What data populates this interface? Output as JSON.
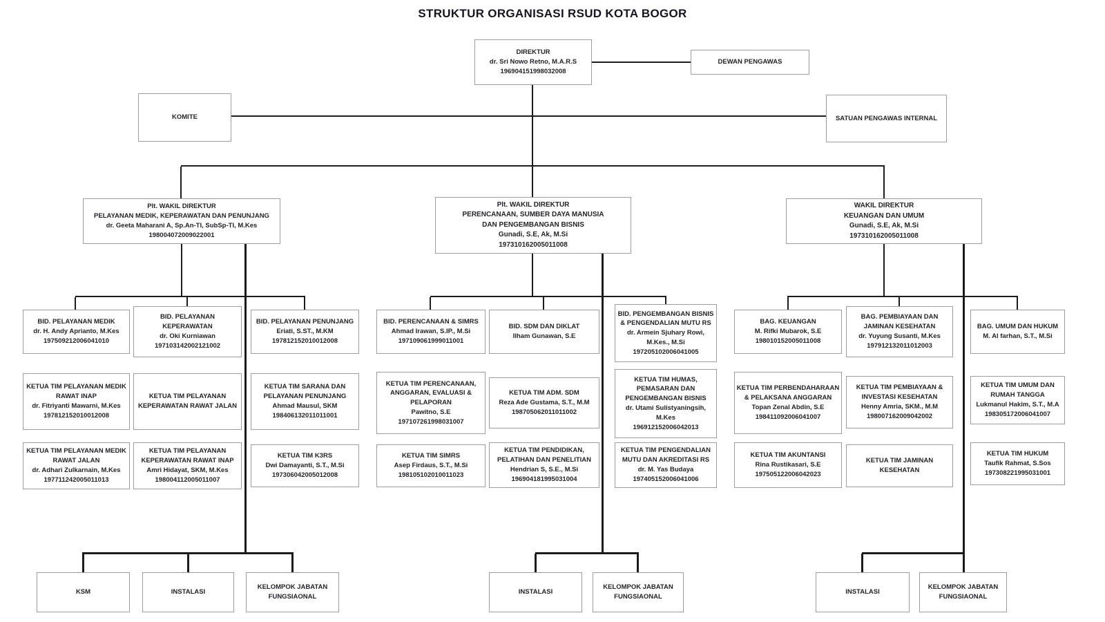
{
  "title": "STRUKTUR ORGANISASI RSUD KOTA BOGOR",
  "colors": {
    "line": "#1b1b1b",
    "box_border": "#9d9d9d",
    "text": "#232329",
    "background": "#ffffff"
  },
  "nodes": {
    "direktur": {
      "lines": [
        "DIREKTUR",
        "dr. Sri Nowo Retno, M.A.R.S",
        "196904151998032008"
      ]
    },
    "dewan-pengawas": {
      "lines": [
        "DEWAN PENGAWAS"
      ]
    },
    "komite": {
      "lines": [
        "KOMITE"
      ]
    },
    "satuan-pengawas-internal": {
      "lines": [
        "SATUAN PENGAWAS INTERNAL"
      ]
    },
    "wadir-yanmed": {
      "lines": [
        "Plt. WAKIL DIREKTUR",
        "PELAYANAN MEDIK, KEPERAWATAN DAN PENUNJANG",
        "dr. Geeta Maharani A, Sp.An-TI, SubSp-TI, M.Kes",
        "198004072009022001"
      ]
    },
    "wadir-perencanaan": {
      "lines": [
        "Plt. WAKIL DIREKTUR",
        "PERENCANAAN, SUMBER DAYA MANUSIA",
        "DAN PENGEMBANGAN BISNIS",
        "Gunadi, S.E, Ak, M.Si",
        "197310162005011008"
      ]
    },
    "wadir-keuangan": {
      "lines": [
        "WAKIL DIREKTUR",
        "KEUANGAN DAN UMUM",
        "Gunadi, S.E, Ak, M.Si",
        "197310162005011008"
      ]
    },
    "bid-yanmedik": {
      "lines": [
        "BID. PELAYANAN MEDIK",
        "dr. H. Andy Aprianto, M.Kes",
        "197509212006041010"
      ]
    },
    "bid-keperawatan": {
      "lines": [
        "BID. PELAYANAN KEPERAWATAN",
        "dr. Oki Kurniawan",
        "197103142002121002"
      ]
    },
    "bid-penunjang": {
      "lines": [
        "BID. PELAYANAN PENUNJANG",
        "Eriati, S.ST., M.KM",
        "197812152010012008"
      ]
    },
    "bid-perencanaan": {
      "lines": [
        "BID. PERENCANAAN & SIMRS",
        "Ahmad Irawan, S.IP., M.Si",
        "197109061999011001"
      ]
    },
    "bid-sdm": {
      "lines": [
        "BID. SDM DAN DIKLAT",
        "Ilham Gunawan, S.E"
      ]
    },
    "bid-bisnis": {
      "lines": [
        "BID. PENGEMBANGAN BISNIS & PENGENDALIAN MUTU RS",
        "dr. Armein Sjuhary Rowi, M.Kes., M.Si",
        "197205102006041005"
      ]
    },
    "bag-keuangan": {
      "lines": [
        "BAG. KEUANGAN",
        "M. Rifki Mubarok, S.E",
        "198010152005011008"
      ]
    },
    "bag-pembiayaan": {
      "lines": [
        "BAG. PEMBIAYAAN DAN JAMINAN KESEHATAN",
        "dr. Yuyung Susanti, M.Kes",
        "197912132011012003"
      ]
    },
    "bag-umum": {
      "lines": [
        "BAG. UMUM DAN HUKUM",
        "M. Al farhan, S.T., M.Si"
      ]
    },
    "tim-medik-ranap": {
      "lines": [
        "KETUA TIM PELAYANAN MEDIK RAWAT INAP",
        "dr. Fitriyanti Mawarni, M.Kes",
        "197812152010012008"
      ]
    },
    "tim-kep-rajal": {
      "lines": [
        "KETUA TIM PELAYANAN KEPERAWATAN RAWAT JALAN"
      ]
    },
    "tim-sarana": {
      "lines": [
        "KETUA TIM SARANA DAN PELAYANAN PENUNJANG",
        "Ahmad Mausul, SKM",
        "198406132011011001"
      ]
    },
    "tim-anggaran": {
      "lines": [
        "KETUA TIM PERENCANAAN, ANGGARAN, EVALUASI & PELAPORAN",
        "Pawitno, S.E",
        "197107261998031007"
      ]
    },
    "tim-adm-sdm": {
      "lines": [
        "KETUA TIM ADM. SDM",
        "Reza Ade Gustama, S.T., M.M",
        "198705062011011002"
      ]
    },
    "tim-humas": {
      "lines": [
        "KETUA TIM HUMAS, PEMASARAN DAN PENGEMBANGAN BISNIS",
        "dr. Utami Sulistyaningsih, M.Kes",
        "196912152006042013"
      ]
    },
    "tim-perbendaharaan": {
      "lines": [
        "KETUA TIM PERBENDAHARAAN & PELAKSANA ANGGARAN",
        "Topan Zenal Abdin, S.E",
        "198411092006041007"
      ]
    },
    "tim-pembiayaan": {
      "lines": [
        "KETUA TIM PEMBIAYAAN & INVESTASI KESEHATAN",
        "Henny Amria, SKM., M.M",
        "198007162009042002"
      ]
    },
    "tim-umum-rt": {
      "lines": [
        "KETUA TIM UMUM DAN RUMAH TANGGA",
        "Lukmanul Hakim, S.T., M.A",
        "198305172006041007"
      ]
    },
    "tim-medik-rajal": {
      "lines": [
        "KETUA TIM PELAYANAN MEDIK RAWAT JALAN",
        "dr. Adhari Zulkarnain, M.Kes",
        "197711242005011013"
      ]
    },
    "tim-kep-ranap": {
      "lines": [
        "KETUA TIM PELAYANAN KEPERAWATAN RAWAT INAP",
        "Amri Hidayat, SKM, M.Kes",
        "198004112005011007"
      ]
    },
    "tim-k3rs": {
      "lines": [
        "KETUA TIM K3RS",
        "Dwi Damayanti, S.T., M.Si",
        "197306042005012008"
      ]
    },
    "tim-simrs": {
      "lines": [
        "KETUA TIM SIMRS",
        "Asep Firdaus, S.T., M.Si",
        "198105102010011023"
      ]
    },
    "tim-diklat": {
      "lines": [
        "KETUA TIM PENDIDIKAN, PELATIHAN DAN PENELITIAN",
        "Hendrian S, S.E., M.Si",
        "196904181995031004"
      ]
    },
    "tim-mutu": {
      "lines": [
        "KETUA TIM PENGENDALIAN MUTU DAN AKREDITASI RS",
        "dr. M. Yas Budaya",
        "197405152006041006"
      ]
    },
    "tim-akuntansi": {
      "lines": [
        "KETUA TIM AKUNTANSI",
        "Rina Rustikasari, S.E",
        "197505122006042023"
      ]
    },
    "tim-jaminan": {
      "lines": [
        "KETUA TIM JAMINAN KESEHATAN"
      ]
    },
    "tim-hukum": {
      "lines": [
        "KETUA TIM HUKUM",
        "Taufik Rahmat, S.Sos",
        "197308221995031001"
      ]
    },
    "ksm": {
      "lines": [
        "KSM"
      ]
    },
    "instalasi-1": {
      "lines": [
        "INSTALASI"
      ]
    },
    "kjf-1": {
      "lines": [
        "KELOMPOK JABATAN FUNGSIAONAL"
      ]
    },
    "instalasi-2": {
      "lines": [
        "INSTALASI"
      ]
    },
    "kjf-2": {
      "lines": [
        "KELOMPOK JABATAN FUNGSIAONAL"
      ]
    },
    "instalasi-3": {
      "lines": [
        "INSTALASI"
      ]
    },
    "kjf-3": {
      "lines": [
        "KELOMPOK JABATAN FUNGSIAONAL"
      ]
    }
  }
}
